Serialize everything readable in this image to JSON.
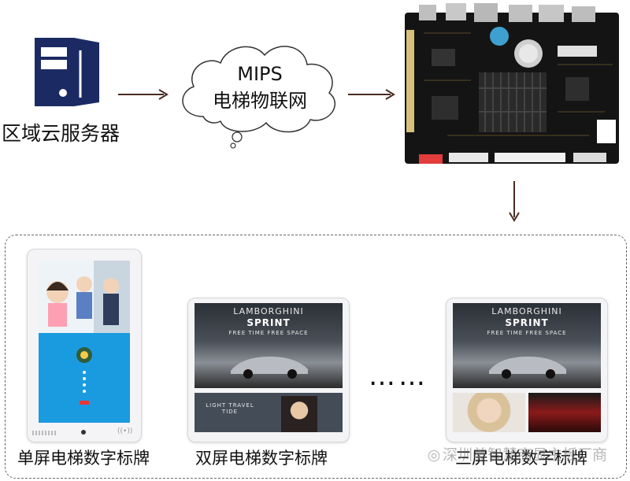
{
  "server": {
    "label": "区域云服务器",
    "icon": "server-icon"
  },
  "cloud": {
    "line1": "MIPS",
    "line2": "电梯物联网",
    "icon": "cloud-icon"
  },
  "board": {
    "icon": "circuit-board-icon"
  },
  "devices": [
    {
      "label": "单屏电梯数字标牌"
    },
    {
      "label": "双屏电梯数字标牌",
      "brand": "LAMBORGHINI",
      "product": "SPRINT",
      "tagline": "FREE TIME FREE SPACE",
      "ad": "LIGHT TRAVEL TIDE"
    },
    {
      "label": "三屏电梯数字标牌",
      "brand": "LAMBORGHINI",
      "product": "SPRINT",
      "tagline": "FREE TIME FREE SPACE"
    }
  ],
  "ellipsis": "……",
  "watermark": "深圳美智慧商显主板厂商",
  "colors": {
    "server": "#1c2a63",
    "arrow": "#4a2b22",
    "board": "#111111",
    "screen_blue": "#1a9be0"
  }
}
